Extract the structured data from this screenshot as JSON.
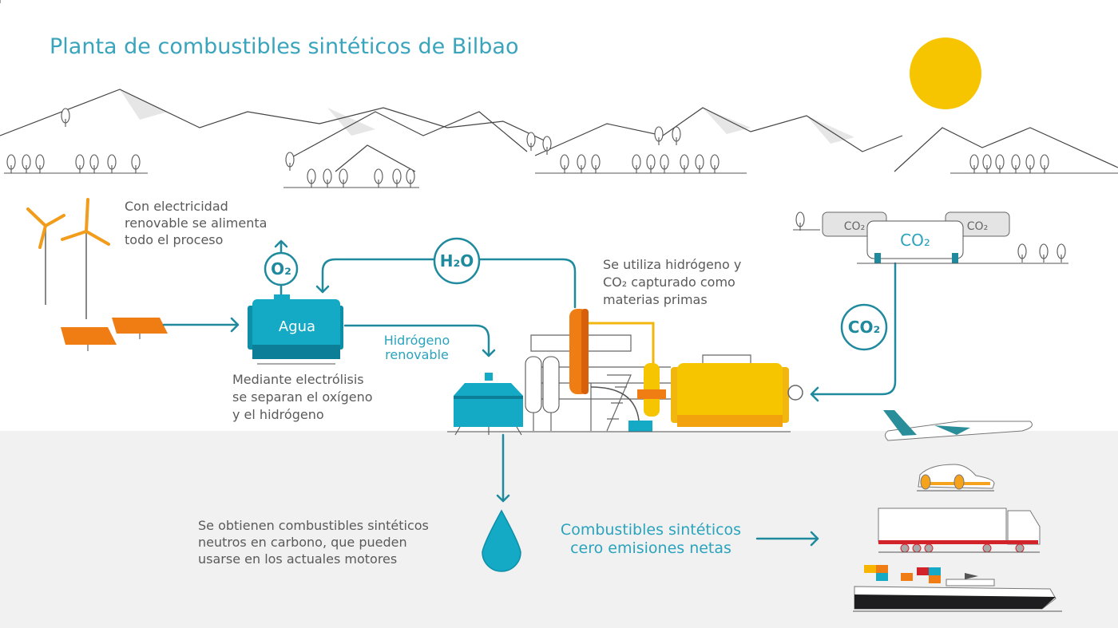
{
  "title": "Planta de combustibles sintéticos de Bilbao",
  "colors": {
    "accent": "#2aa3bd",
    "line": "#1f8a9e",
    "sun": "#f7c500",
    "ground": "#f1f1f1",
    "text": "#5a5a5a"
  },
  "renewable": {
    "lines": [
      "Con electricidad",
      "renovable se alimenta",
      "todo el proceso"
    ]
  },
  "electrolysis": {
    "tank_label": "Agua",
    "lines": [
      "Mediante electrólisis",
      "se separan el oxígeno",
      "y el hidrógeno"
    ]
  },
  "hydrogen": {
    "lines": [
      "Hidrógeno",
      "renovable"
    ]
  },
  "synthesis": {
    "lines": [
      "Se utiliza hidrógeno y",
      "CO₂ capturado como",
      "materias primas"
    ]
  },
  "result": {
    "lines": [
      "Se obtienen combustibles sintéticos",
      "neutros en carbono, que pueden",
      "usarse en los actuales motores"
    ]
  },
  "outcome": {
    "lines": [
      "Combustibles sintéticos",
      "cero emisiones netas"
    ]
  },
  "badges": {
    "o2": "O₂",
    "h2o": "H₂O",
    "co2": "CO₂"
  },
  "co2_storage": {
    "main": "CO₂",
    "left": "CO₂",
    "right": "CO₂"
  },
  "icons": [
    "wind-turbine-icon",
    "solar-panel-icon",
    "sun-icon",
    "electrolyzer-tank-icon",
    "hydrogen-tank-icon",
    "reactor-icon",
    "co2-storage-icon",
    "fuel-drop-icon",
    "airplane-icon",
    "car-icon",
    "truck-icon",
    "ship-icon"
  ]
}
